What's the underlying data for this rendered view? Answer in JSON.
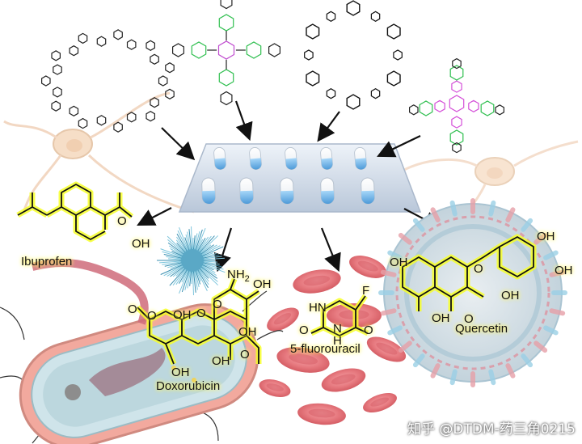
{
  "molecules": {
    "ibuprofen": "Ibuprofen",
    "doxorubicin": "Doxorubicin",
    "fluorouracil": "5-fluorouracil",
    "quercetin": "Quercetin"
  },
  "atoms": {
    "oh": "OH",
    "o": "O",
    "nh2": "NH",
    "nh2_sub": "2",
    "hn": "HN",
    "h": "H",
    "n": "N",
    "f": "F"
  },
  "watermark": "知乎 @DTDM-药三角0215",
  "colors": {
    "highlight": "#f7ff2a",
    "bond_yellow": "#e8d400",
    "arrow": "#111111",
    "blister": "#c9d6e6",
    "capsule_blue": "#6fb2e8",
    "rbc": "#e8787e",
    "bacteria_fill": "#c7dfe4",
    "virus_stroke": "#9bd0e6"
  }
}
